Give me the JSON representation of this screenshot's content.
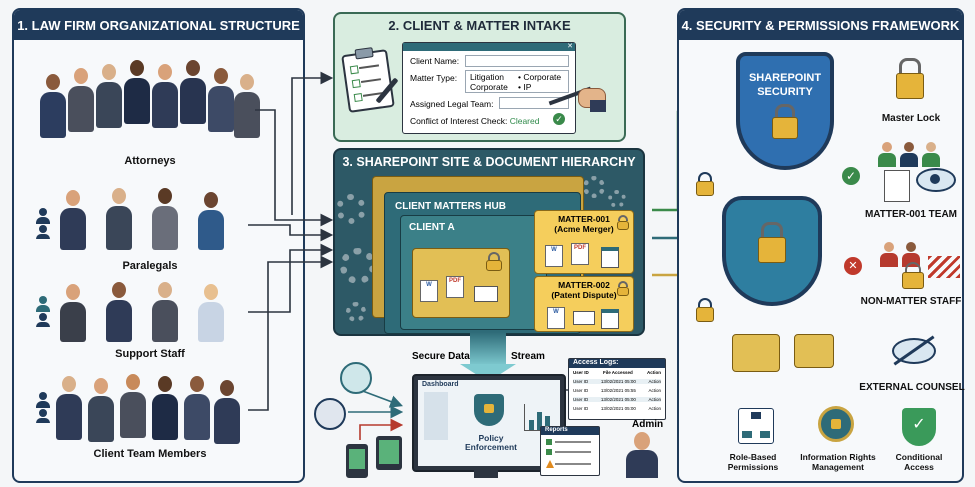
{
  "panel1": {
    "title": "1. LAW FIRM ORGANIZATIONAL STRUCTURE",
    "groups": [
      "Attorneys",
      "Paralegals",
      "Support Staff",
      "Client Team Members"
    ]
  },
  "panel2": {
    "title": "2. CLIENT & MATTER INTAKE",
    "client_name_label": "Client Name:",
    "matter_type_label": "Matter Type:",
    "matter_types": [
      "Litigation",
      "• Corporate",
      "Corporate",
      "• IP"
    ],
    "assigned_team_label": "Assigned Legal Team:",
    "conflict_label": "Conflict of Interest Check:",
    "conflict_status": "Cleared"
  },
  "panel3": {
    "title": "3. SHAREPOINT SITE & DOCUMENT HIERARCHY",
    "hub": "CLIENT MATTERS HUB",
    "client": "CLIENT A",
    "matter1_title": "MATTER-001",
    "matter1_sub": "(Acme Merger)",
    "matter2_title": "MATTER-002",
    "matter2_sub": "(Patent Dispute)",
    "doc_labels": [
      "W",
      "PDF"
    ]
  },
  "flow": {
    "secure_data": "Secure Data",
    "stream": "Stream",
    "dashboard": "Dashboard",
    "policy": "Policy Enforcement",
    "access_logs": "Access Logs:",
    "log_headers": [
      "User ID",
      "File Accessed",
      "Action"
    ],
    "log_rows": [
      [
        "User ID",
        "13/02/2021 05:00",
        "Action"
      ],
      [
        "User ID",
        "13/02/2021 05:55",
        "Action"
      ],
      [
        "User ID",
        "13/02/2021 05:00",
        "Action"
      ],
      [
        "User ID",
        "13/02/2021 05:00",
        "Action"
      ]
    ],
    "reports": "Reports",
    "admin": "Admin"
  },
  "panel4": {
    "title": "4. SECURITY & PERMISSIONS FRAMEWORK",
    "shield_text": [
      "SHAREPOINT",
      "SECURITY"
    ],
    "master_lock": "Master Lock",
    "matter_team": "MATTER-001 TEAM",
    "non_matter": "NON-MATTER STAFF",
    "external": "EXTERNAL COUNSEL",
    "role_based": "Role-Based Permissions",
    "irm": "Information Rights Management",
    "conditional": "Conditional Access"
  },
  "colors": {
    "navy": "#1f3a5a",
    "teal": "#2e6b78",
    "green": "#3a8a4a",
    "gold": "#c9a441",
    "panel_green_bg": "#d9ede0"
  }
}
